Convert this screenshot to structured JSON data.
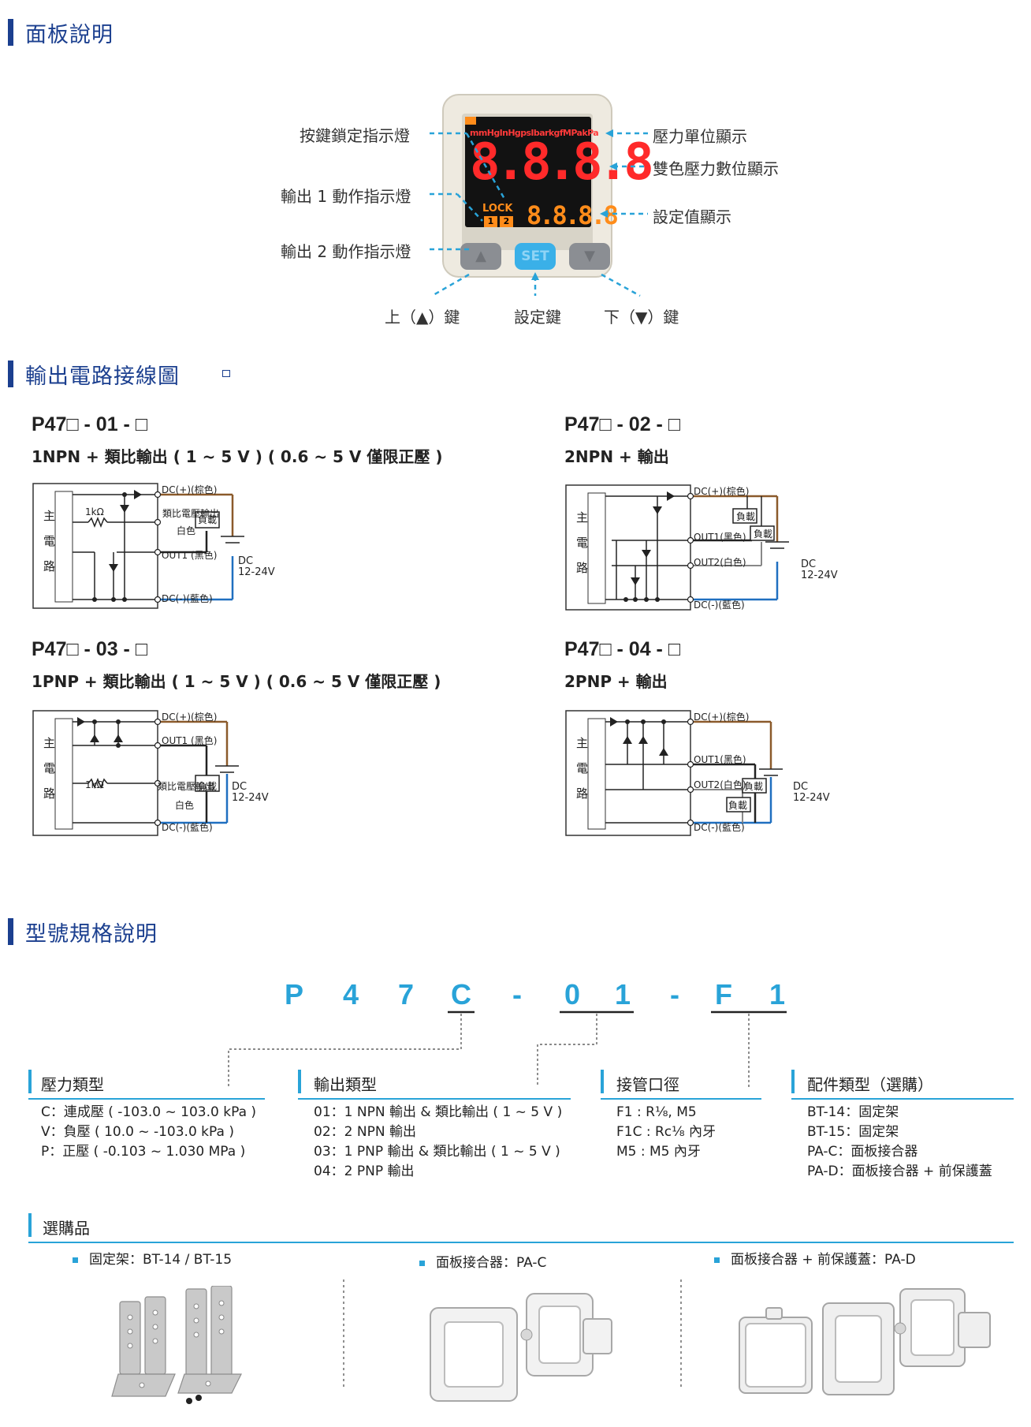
{
  "panel_section": {
    "title": "面板說明",
    "callouts": {
      "lock_indicator": "按鍵鎖定指示燈",
      "out1_indicator": "輸出 1 動作指示燈",
      "out2_indicator": "輸出 2 動作指示燈",
      "unit_display": "壓力單位顯示",
      "dual_display": "雙色壓力數位顯示",
      "setpoint_display": "設定值顯示",
      "up_key": "上（▲）鍵",
      "set_key": "設定鍵",
      "down_key": "下（▼）鍵"
    },
    "device": {
      "units_text": "mmHgInHgpsIbarkgfMPakPa",
      "main_digits": "8.8.8.8",
      "sub_digits": "8.8.8.8",
      "lock_label": "LOCK",
      "out1_num": "1",
      "out2_num": "2",
      "set_button": "SET",
      "up_symbol": "▲",
      "down_symbol": "▼"
    }
  },
  "wiring_section": {
    "title": "輸出電路接線圖",
    "circuits": [
      {
        "model": "P47□ - 01 - □",
        "desc": "1NPN + 類比輸出 ( 1 ~ 5 V ) ( 0.6 ~ 5 V 僅限正壓 )"
      },
      {
        "model": "P47□ - 02 - □",
        "desc": "2NPN + 輸出"
      },
      {
        "model": "P47□ - 03 - □",
        "desc": "1PNP + 類比輸出 ( 1 ~ 5 V ) ( 0.6 ~ 5 V 僅限正壓 )"
      },
      {
        "model": "P47□ - 04 - □",
        "desc": "2PNP + 輸出"
      }
    ],
    "labels": {
      "main_circuit": [
        "主",
        "電",
        "路"
      ],
      "dc_plus": "DC(+)(棕色)",
      "dc_minus": "DC(-)(藍色)",
      "out1_black": "OUT1 (黑色)",
      "out1_black2": "OUT1(黑色)",
      "out2_white": "OUT2(白色)",
      "analog_out": "類比電壓輸出",
      "white": "白色",
      "load": "負載",
      "resistor": "1kΩ",
      "dc": "DC",
      "voltage": "12-24V"
    }
  },
  "model_section": {
    "title": "型號規格說明",
    "code_chars": [
      "P",
      "4",
      "7",
      "C",
      "-",
      "0",
      "1",
      "-",
      "F",
      "1"
    ],
    "categories": [
      {
        "title": "壓力類型",
        "items": [
          "C：連成壓 ( -103.0 ~ 103.0 kPa )",
          "V：負壓 ( 10.0 ~ -103.0 kPa )",
          "P：正壓 ( -0.103 ~ 1.030 MPa )"
        ]
      },
      {
        "title": "輸出類型",
        "items": [
          "01：1 NPN 輸出 & 類比輸出 ( 1 ~ 5 V )",
          "02：2 NPN 輸出",
          "03：1 PNP 輸出 & 類比輸出 ( 1 ~ 5 V )",
          "04：2 PNP 輸出"
        ]
      },
      {
        "title": "接管口徑",
        "items": [
          "F1 : R⅛, M5",
          "F1C : Rc⅛ 內牙",
          "M5 : M5 內牙"
        ]
      },
      {
        "title": "配件類型（選購）",
        "items": [
          "BT-14：固定架",
          "BT-15：固定架",
          "PA-C：面板接合器",
          "PA-D：面板接合器 + 前保護蓋"
        ]
      }
    ]
  },
  "accessories": {
    "title": "選購品",
    "items": [
      "固定架：BT-14 / BT-15",
      "面板接合器：PA-C",
      "面板接合器 + 前保護蓋：PA-D"
    ]
  },
  "colors": {
    "brand_blue": "#1b3f8f",
    "accent_cyan": "#29a3d8",
    "digit_red": "#ff2a2a",
    "digit_orange": "#ff8c1a",
    "wire_brown": "#8b5a2b",
    "wire_blue": "#1f6fc0"
  }
}
